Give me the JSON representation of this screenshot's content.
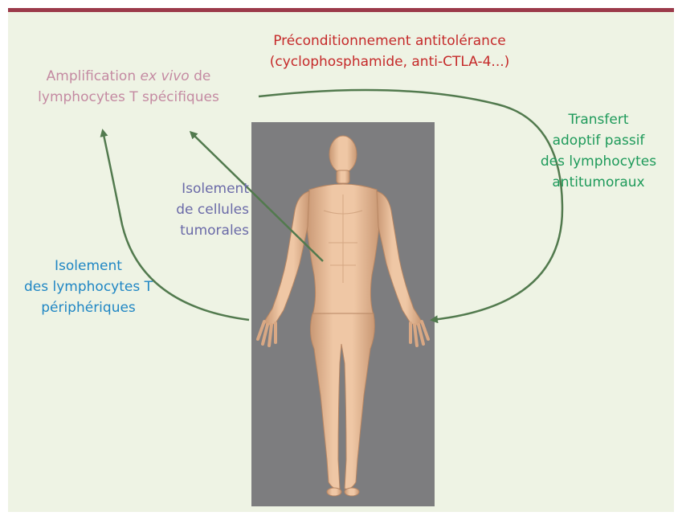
{
  "colors": {
    "rule": "#9b3a4a",
    "panel": "#eef3e4",
    "body_bg": "#7d7d7f",
    "skin": "#e8bc98",
    "skin_shadow": "#c99874",
    "arrow": "#527a4e",
    "precond_text": "#c52a2a",
    "amplif_text": "#c48aa2",
    "tumor_text": "#6a6aa8",
    "periph_text": "#1f86c4",
    "transfer_text": "#1e9a5a"
  },
  "labels": {
    "precond_line1": "Préconditionnement antitolérance",
    "precond_line2": "(cyclophosphamide, anti-CTLA-4...)",
    "amplif_pre": "Amplification ",
    "amplif_italic": "ex vivo",
    "amplif_post": " de",
    "amplif_line2": "lymphocytes T spécifiques",
    "tumor_line1": "Isolement",
    "tumor_line2": "de cellules",
    "tumor_line3": "tumorales",
    "periph_line1": "Isolement",
    "periph_line2": "des lymphocytes T",
    "periph_line3": "périphériques",
    "transfer_line1": "Transfert",
    "transfer_line2": "adoptif passif",
    "transfer_line3": "des lymphocytes",
    "transfer_line4": "antitumoraux"
  },
  "icons": {
    "human_figure": "human-body-figure",
    "arrows": "curved-arrow"
  }
}
